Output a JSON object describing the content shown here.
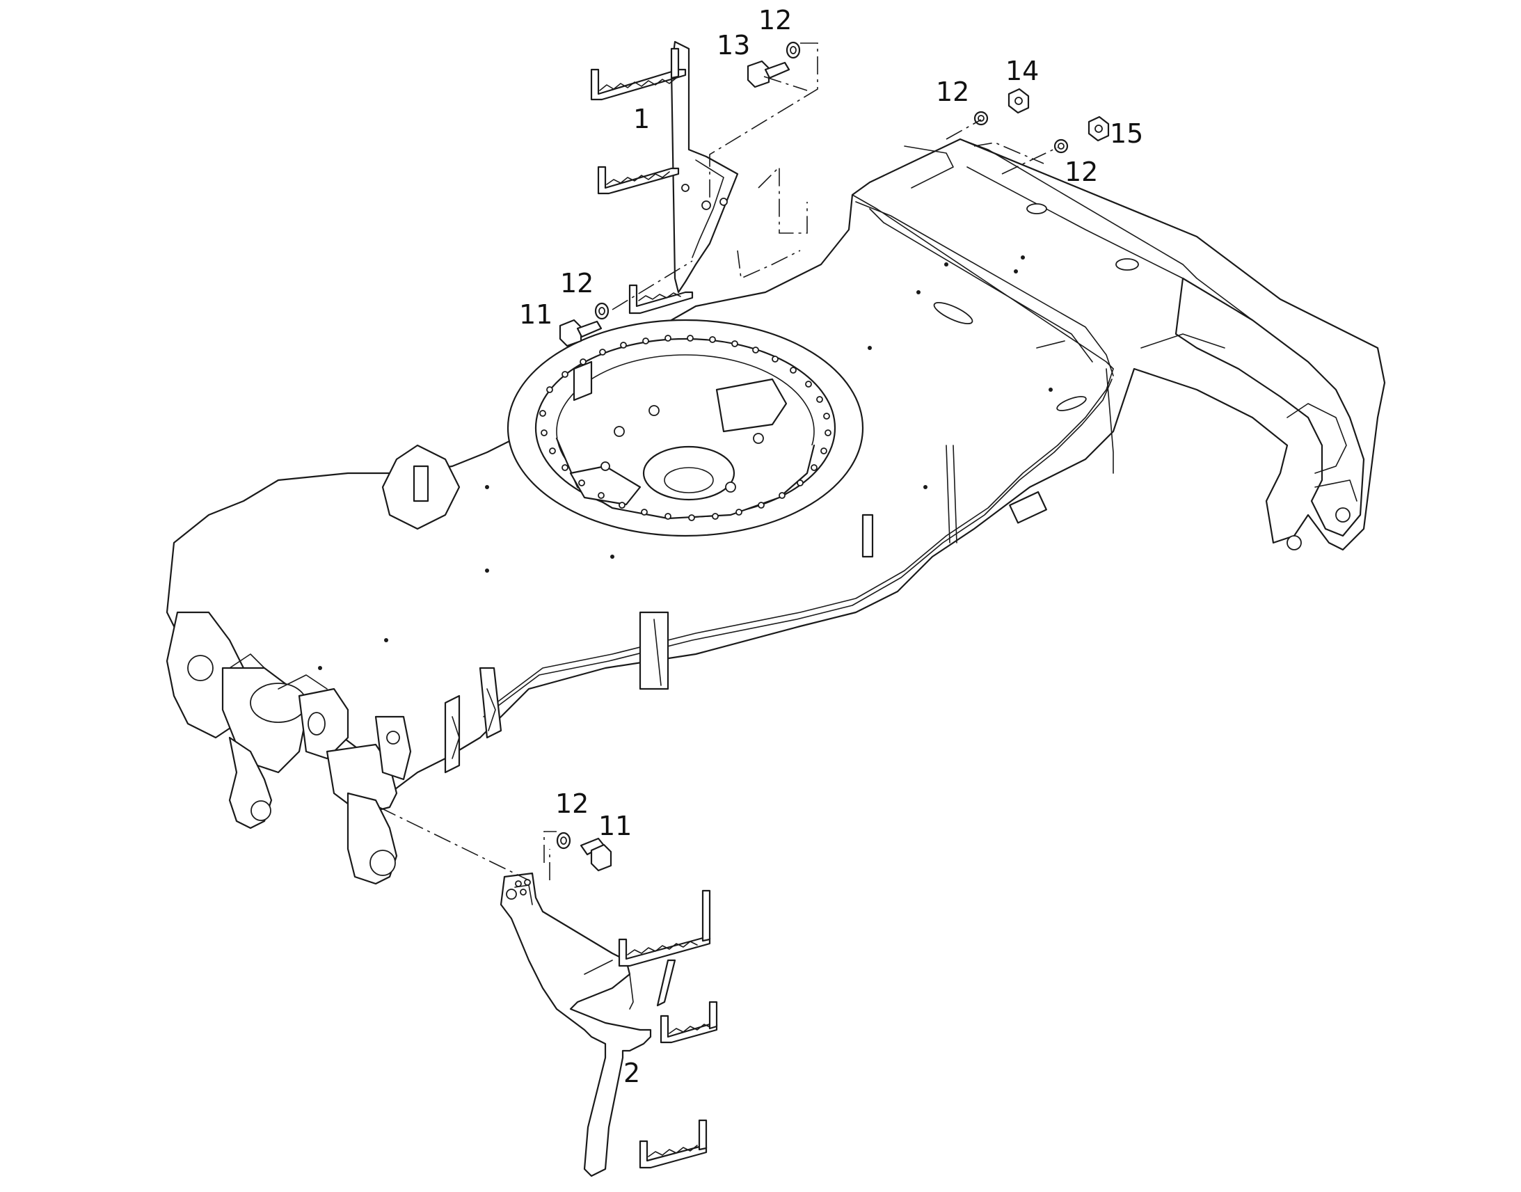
{
  "callouts": [
    {
      "id": "ladder-upper",
      "label": "1"
    },
    {
      "id": "ladder-lower",
      "label": "2"
    },
    {
      "id": "bolt-upper-left",
      "label": "11"
    },
    {
      "id": "bolt-lower",
      "label": "11"
    },
    {
      "id": "washer-upper-left",
      "label": "12"
    },
    {
      "id": "washer-top",
      "label": "12"
    },
    {
      "id": "washer-right-a",
      "label": "12"
    },
    {
      "id": "washer-right-b",
      "label": "12"
    },
    {
      "id": "washer-lower",
      "label": "12"
    },
    {
      "id": "bolt-top",
      "label": "13"
    },
    {
      "id": "nut-right-a",
      "label": "14"
    },
    {
      "id": "nut-right-b",
      "label": "15"
    }
  ]
}
